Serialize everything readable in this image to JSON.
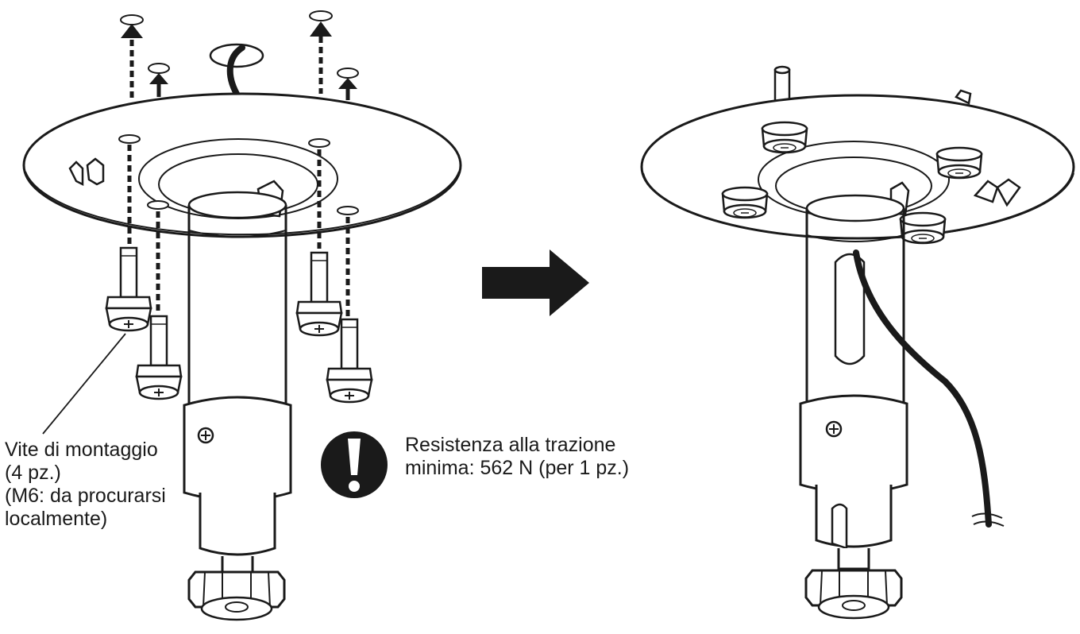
{
  "labels": {
    "mounting_screw": {
      "line1": "Vite di montaggio",
      "line2": "(4 pz.)",
      "line3": "(M6: da procurarsi",
      "line4": "localmente)"
    },
    "pull_strength": {
      "line1": "Resistenza alla trazione",
      "line2": "minima: 562 N (per 1 pz.)"
    }
  },
  "icons": {
    "warning": "exclamation-circle-icon",
    "direction": "right-arrow-icon"
  },
  "colors": {
    "line": "#1a1a1a",
    "fill": "#ffffff"
  }
}
